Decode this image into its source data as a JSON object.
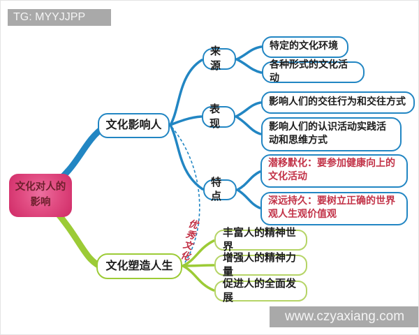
{
  "watermarks": {
    "top_left": "TG: MYYJJPP",
    "bottom_right": "www.czyaxiang.com"
  },
  "root": {
    "label": "文化对人的影响"
  },
  "branch_influence": {
    "label": "文化影响人",
    "children": [
      {
        "label": "来源",
        "items": [
          "特定的文化环境",
          "各种形式的文化活动"
        ]
      },
      {
        "label": "表现",
        "items": [
          "影响人们的交往行为和交往方式",
          "影响人们的认识活动实践活动和思维方式"
        ]
      },
      {
        "label": "特点",
        "items": [
          "潜移默化：要参加健康向上的文化活动",
          "深远持久：要树立正确的世界观人生观价值观"
        ]
      }
    ]
  },
  "branch_shape": {
    "label": "文化塑造人生",
    "items": [
      "丰富人的精神世界",
      "增强人的精神力量",
      "促进人的全面发展"
    ]
  },
  "connector_label": "优秀文化",
  "colors": {
    "blue": "#2286c3",
    "green": "#9ccb36",
    "leaf_green_border": "#b5d466",
    "root_pink": "#d8336b",
    "red_text": "#c23348",
    "root_text": "#6d1f2c",
    "watermark_gray": "#a9a9a9"
  }
}
